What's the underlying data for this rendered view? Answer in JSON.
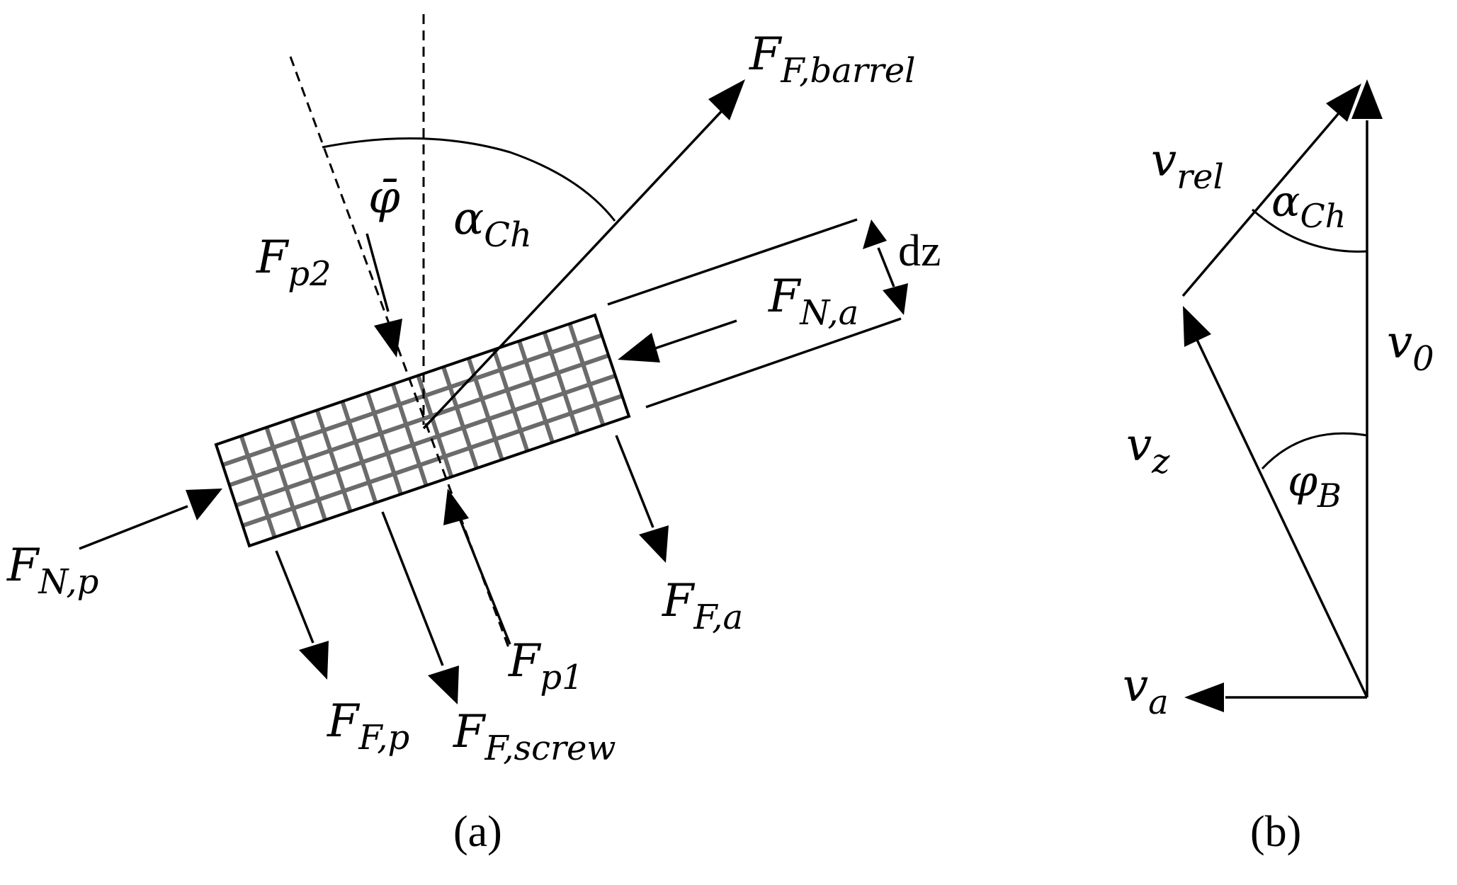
{
  "panel_a": {
    "caption": "(a)",
    "labels": {
      "FF_barrel": {
        "main": "F",
        "sub": "F,barrel"
      },
      "phi_bar": "φ̄",
      "alpha_ch": {
        "main": "α",
        "sub": "Ch"
      },
      "Fp2": {
        "main": "F",
        "sub": "p2"
      },
      "dz": "dz",
      "FN_a": {
        "main": "F",
        "sub": "N,a"
      },
      "FN_p": {
        "main": "F",
        "sub": "N,p"
      },
      "FF_a": {
        "main": "F",
        "sub": "F,a"
      },
      "Fp1": {
        "main": "F",
        "sub": "p1"
      },
      "FF_p": {
        "main": "F",
        "sub": "F,p"
      },
      "FF_screw": {
        "main": "F",
        "sub": "F,screw"
      }
    }
  },
  "panel_b": {
    "caption": "(b)",
    "labels": {
      "v_rel": {
        "main": "v",
        "sub": "rel"
      },
      "alpha_ch": {
        "main": "α",
        "sub": "Ch"
      },
      "v_0": {
        "main": "v",
        "sub": "0"
      },
      "v_z": {
        "main": "v",
        "sub": "z"
      },
      "phi_B": {
        "main": "φ",
        "sub": "B"
      },
      "v_a": {
        "main": "v",
        "sub": "a"
      }
    }
  }
}
